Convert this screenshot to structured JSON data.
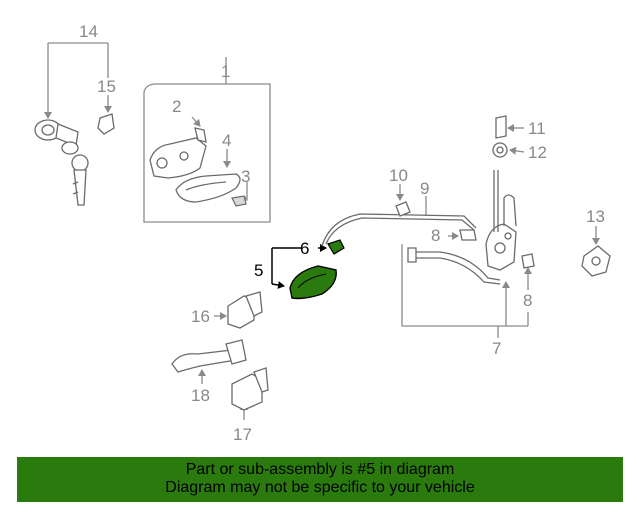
{
  "labels": {
    "l1": "1",
    "l2": "2",
    "l3": "3",
    "l4": "4",
    "l5": "5",
    "l6": "6",
    "l7": "7",
    "l8a": "8",
    "l8b": "8",
    "l9": "9",
    "l10": "10",
    "l11": "11",
    "l12": "12",
    "l13": "13",
    "l14": "14",
    "l15": "15",
    "l16": "16",
    "l17": "17",
    "l18": "18"
  },
  "highlight_color": "#2a7a0e",
  "footer": {
    "line1": "Part or sub-assembly is #5 in diagram",
    "line2": "Diagram may not be specific to your vehicle"
  }
}
